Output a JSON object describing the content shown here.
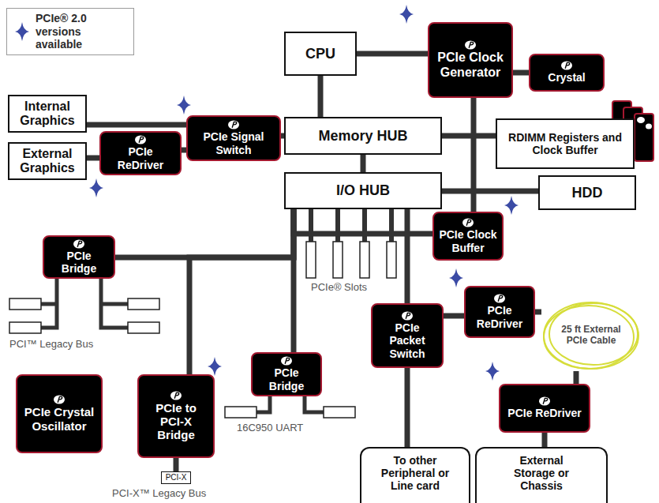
{
  "diagram": {
    "nodes": [
      {
        "text": [
          "PCIe Clock Generator"
        ]
      },
      {
        "text": [
          "CPU"
        ]
      },
      {
        "text": [
          "Crystal"
        ]
      },
      {
        "text": [
          "Internal Graphics"
        ]
      },
      {
        "text": [
          "PCIe Signal Switch"
        ]
      },
      {
        "text": [
          "Memory HUB"
        ]
      },
      {
        "text": [
          "RDIMM Registers and Clock Buffer"
        ]
      },
      {
        "text": [
          "External Graphics"
        ]
      },
      {
        "text": [
          "PCIe ReDriver"
        ]
      },
      {
        "text": [
          "I/O HUB"
        ]
      },
      {
        "text": [
          "HDD"
        ]
      },
      {
        "text": [
          "PCIe Clock Buffer"
        ]
      },
      {
        "text": [
          "PCIe Bridge"
        ]
      },
      {
        "text": [
          "PCIe ReDriver"
        ]
      },
      {
        "text": [
          "PCIe Packet Switch"
        ]
      },
      {
        "text": [
          "25 ft External PCIe Cable"
        ]
      },
      {
        "text": [
          "PCIe Crystal Oscillator"
        ]
      },
      {
        "text": [
          "PCIe to PCI-X Bridge"
        ]
      },
      {
        "text": [
          "PCIe Bridge"
        ]
      },
      {
        "text": [
          "PCIe ReDriver"
        ]
      },
      {
        "text": [
          "To other Peripheral or Line card"
        ]
      },
      {
        "text": [
          "External Storage or Chassis"
        ]
      },
      {
        "text": [
          "PCI-X"
        ]
      }
    ],
    "edges": [
      {
        "from": 1,
        "to": 5,
        "arrow": "none"
      },
      {
        "from": 1,
        "to": 0,
        "arrow": "none"
      },
      {
        "from": 0,
        "to": 2,
        "arrow": "none"
      },
      {
        "from": 0,
        "to": 11,
        "arrow": "none"
      },
      {
        "from": 3,
        "to": 4,
        "arrow": "none"
      },
      {
        "from": 7,
        "to": 8,
        "arrow": "none"
      },
      {
        "from": 8,
        "to": 4,
        "arrow": "none"
      },
      {
        "from": 4,
        "to": 5,
        "arrow": "none"
      },
      {
        "from": 5,
        "to": 6,
        "arrow": "none"
      },
      {
        "from": 5,
        "to": 9,
        "arrow": "none"
      },
      {
        "from": 9,
        "to": 10,
        "arrow": "none"
      },
      {
        "from": 9,
        "to": 11,
        "arrow": "none"
      },
      {
        "from": 9,
        "to": 12,
        "arrow": "none"
      },
      {
        "from": 9,
        "to": 17,
        "arrow": "none"
      },
      {
        "from": 9,
        "to": 18,
        "arrow": "none"
      },
      {
        "from": 9,
        "to": 14,
        "arrow": "none"
      },
      {
        "from": 14,
        "to": 13,
        "arrow": "none"
      },
      {
        "from": 14,
        "to": 20,
        "arrow": "none"
      },
      {
        "from": 13,
        "to": 15,
        "arrow": "none"
      },
      {
        "from": 15,
        "to": 19,
        "arrow": "none"
      },
      {
        "from": 19,
        "to": 21,
        "arrow": "none"
      },
      {
        "from": 17,
        "to": 22,
        "arrow": "none"
      }
    ],
    "labels": [
      "PCI™ Legacy Bus",
      "PCIe® Slots",
      "16C950 UART",
      "PCI-X™ Legacy Bus"
    ],
    "legend": [
      {
        "text": "PCIe® 2.0 versions available"
      }
    ]
  }
}
